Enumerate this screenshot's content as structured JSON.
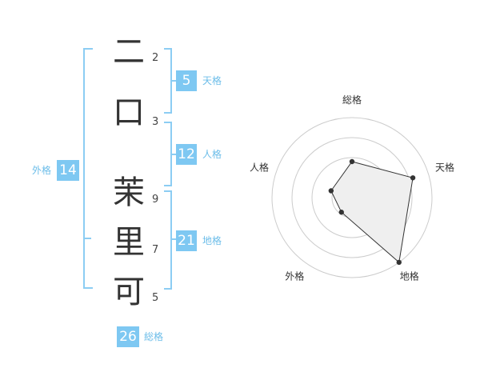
{
  "name_chars": [
    "二",
    "口",
    "茉",
    "里",
    "可"
  ],
  "stroke_counts": [
    "2",
    "3",
    "9",
    "7",
    "5"
  ],
  "fortunes": {
    "tenkaku": {
      "value": "5",
      "label": "天格"
    },
    "jinkaku": {
      "value": "12",
      "label": "人格"
    },
    "chikaku": {
      "value": "21",
      "label": "地格"
    },
    "gaikaku": {
      "value": "14",
      "label": "外格"
    },
    "soukaku": {
      "value": "26",
      "label": "総格"
    }
  },
  "radar": {
    "axis_labels": [
      "総格",
      "天格",
      "地格",
      "外格",
      "人格"
    ],
    "levels": 4,
    "max": 4,
    "values": [
      1.8,
      3.2,
      4.0,
      0.9,
      1.1
    ],
    "fill_color": "#efefef",
    "line_color": "#333333",
    "grid_color": "#cccccc"
  },
  "colors": {
    "accent": "#7ec8f2",
    "accent_text": "#6cbde9"
  }
}
